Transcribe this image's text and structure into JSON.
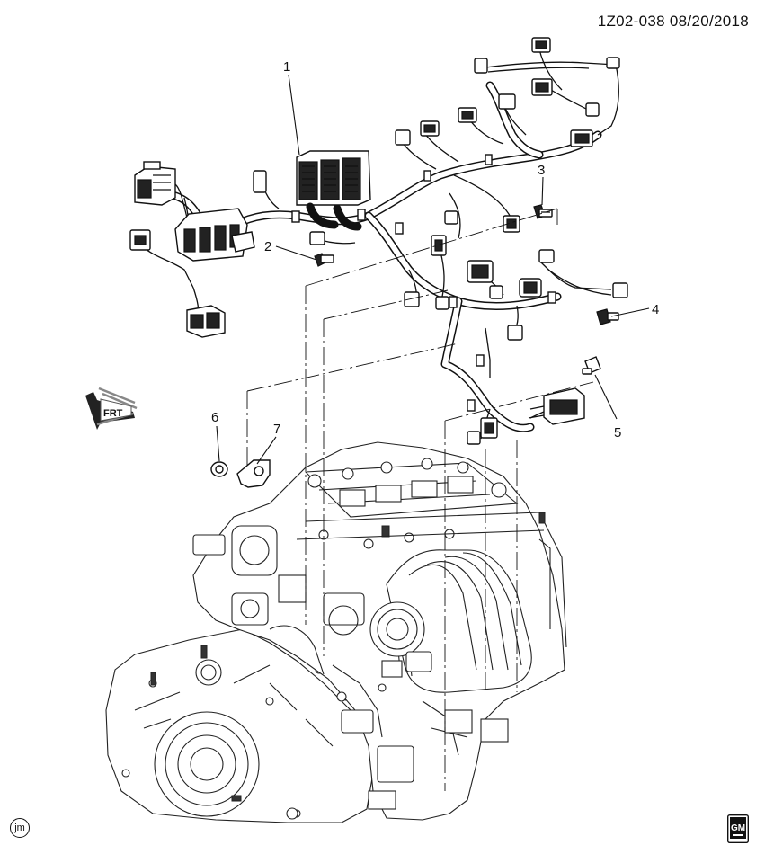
{
  "header": {
    "doc_id": "1Z02-038  08/20/2018"
  },
  "callouts": [
    {
      "id": "1",
      "label": "1"
    },
    {
      "id": "2",
      "label": "2"
    },
    {
      "id": "3",
      "label": "3"
    },
    {
      "id": "4",
      "label": "4"
    },
    {
      "id": "5",
      "label": "5"
    },
    {
      "id": "6",
      "label": "6"
    },
    {
      "id": "7",
      "label": "7"
    }
  ],
  "direction_arrow": {
    "label": "FRT"
  },
  "footer": {
    "stamp": "jm",
    "logo": "GM"
  },
  "icons": [
    "frt-direction-arrow-icon",
    "gm-logo-icon",
    "jm-stamp-icon"
  ]
}
